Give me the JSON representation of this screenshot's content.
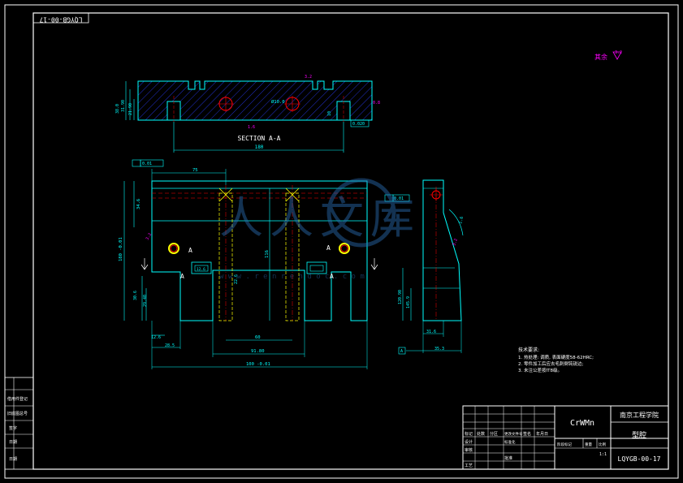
{
  "drawing_number_top": "LQYGB-00-17",
  "roughness_other": {
    "label": "其余",
    "value": "3.2"
  },
  "section_label": "SECTION  A-A",
  "section_dims": {
    "length": "180",
    "hole": "Ø10.0",
    "h1": "38.0",
    "h2": "31.90",
    "h3": "21.90",
    "h4": "10",
    "r1": "0.8",
    "r2": "3.2",
    "r3": "1.6",
    "gap": "0.020"
  },
  "front_dims": {
    "top": "75",
    "left_h": "34.6",
    "total_h": "180 -0.01",
    "w60": "60",
    "w91": "91.80",
    "w100": "100 -0.01",
    "h116": "116",
    "h30": "30.6",
    "h29": "29.40",
    "h12": "12.6",
    "w28": "28.5",
    "slot": "12.6",
    "slot_h": "22.6",
    "flat": "0.01",
    "datum": "A",
    "geo_tol": "0.01"
  },
  "side_dims": {
    "tol": "0.01",
    "h120": "120.90",
    "h145": "145.9",
    "w31": "31.6",
    "w35": "35.3",
    "r1": "1.6",
    "r2": "3.2"
  },
  "section_marks": [
    "A",
    "A",
    "A",
    "A"
  ],
  "notes": {
    "title": "技术要求:",
    "lines": [
      "1. 热处理: 调质, 表面硬度58-62HRC;",
      "2. 零件加工后应去毛刺倒钝锐边;",
      "3. 未注公差按IT8级。"
    ]
  },
  "title_block": {
    "material": "CrWMn",
    "school": "南京工程学院",
    "part_name": "型腔",
    "drawing_no": "LQYGB-00-17",
    "scale": "1:1",
    "cells": [
      "标记",
      "处数",
      "分区",
      "更改文件号",
      "签名",
      "年月日",
      "设计",
      "标准化",
      "审核",
      "工艺",
      "批准",
      "阶段标记",
      "重量",
      "比例"
    ]
  },
  "left_strip": [
    "借用件登记",
    "旧底图总号",
    "签字",
    "日期",
    "日期"
  ],
  "watermark": {
    "text": "人人文库",
    "url": "w w w . r e n r e n d o c . c o m"
  }
}
